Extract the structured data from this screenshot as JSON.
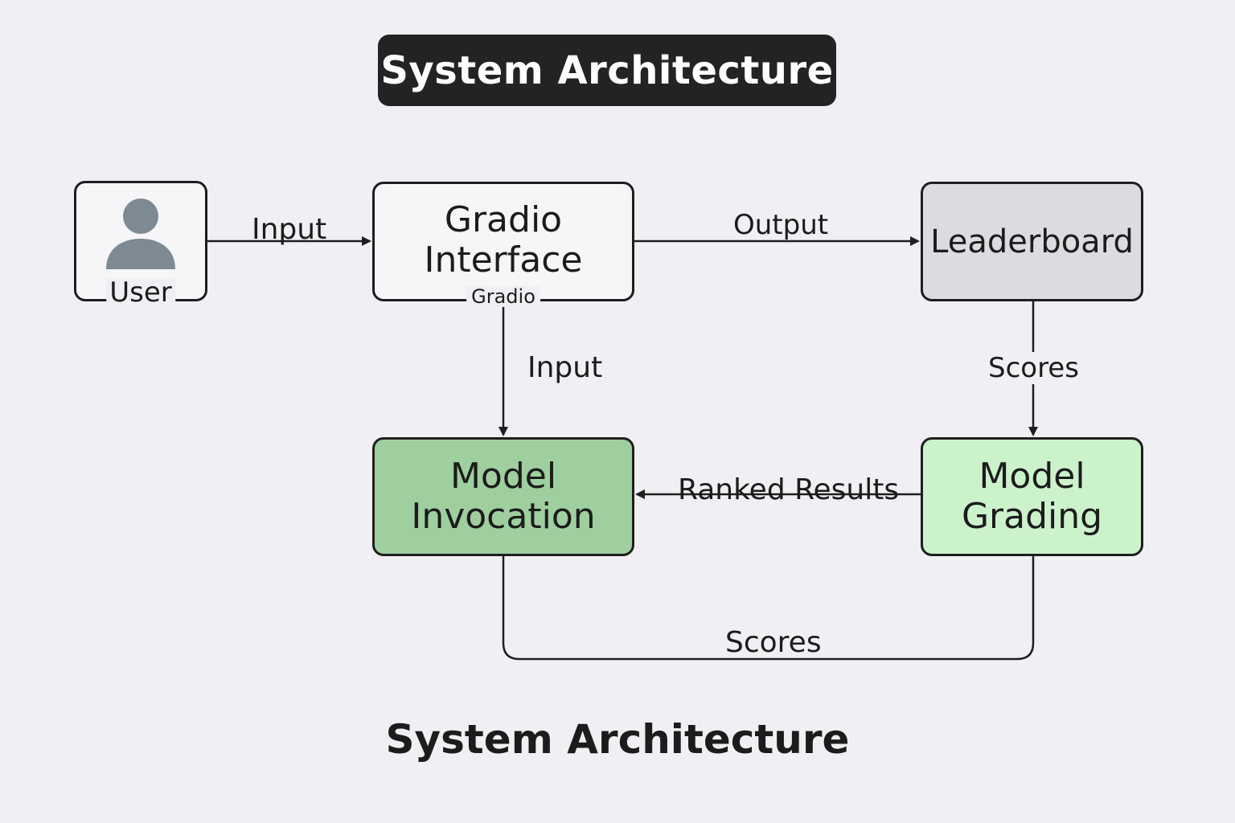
{
  "header": {
    "title": "System Architecture"
  },
  "nodes": {
    "user": {
      "label": "User",
      "icon": "user-icon"
    },
    "gradio": {
      "label": "Gradio\nInterface",
      "sublabel": "Gradio"
    },
    "leaderboard": {
      "label": "Leaderboard"
    },
    "model_invocation": {
      "label": "Model\nInvocation"
    },
    "model_grading": {
      "label": "Model\nGrading"
    }
  },
  "edges": {
    "user_to_gradio": "Input",
    "gradio_to_leaderboard": "Output",
    "gradio_to_invocation": "Input",
    "leaderboard_to_grading": "Scores",
    "grading_to_invocation": "Ranked Results",
    "invocation_to_grading": "Scores"
  },
  "footer": {
    "caption": "System Architecture"
  },
  "colors": {
    "background": "#f0f0f4",
    "title_pill": "#232323",
    "leaderboard_fill": "#dcdce0",
    "invocation_fill": "#9fcf9f",
    "grading_fill": "#ccf2cc",
    "user_icon": "#7d8a94",
    "stroke": "#1e1e1e"
  }
}
